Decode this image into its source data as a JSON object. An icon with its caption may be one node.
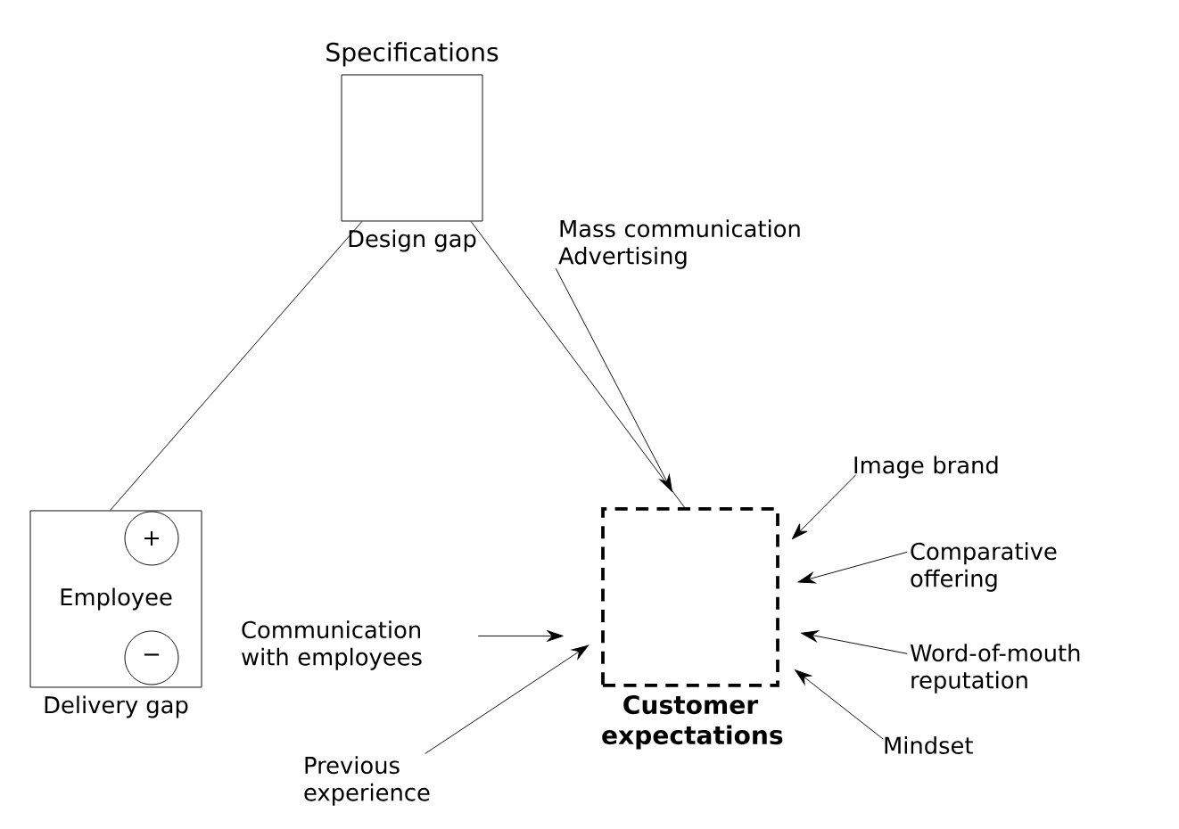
{
  "diagram": {
    "nodes": [
      {
        "text": [
          "Specifications",
          "Design gap"
        ]
      },
      {
        "text": [
          "Employee",
          "Delivery gap"
        ]
      },
      {
        "text": [
          "+"
        ],
        "in": 1
      },
      {
        "text": [
          "−"
        ],
        "in": 1
      },
      {
        "text": [
          "Customer expectations"
        ]
      },
      {
        "text": [
          "Mass communication Advertising"
        ]
      },
      {
        "text": [
          "Communication with employees"
        ]
      },
      {
        "text": [
          "Previous experience"
        ]
      },
      {
        "text": [
          "Image brand"
        ]
      },
      {
        "text": [
          "Comparative offering"
        ]
      },
      {
        "text": [
          "Word-of-mouth reputation"
        ]
      },
      {
        "text": [
          "Mindset"
        ]
      }
    ],
    "edges": [
      {
        "from": 0,
        "to": 1,
        "arrow": "none"
      },
      {
        "from": 0,
        "to": 4,
        "arrow": "none"
      },
      {
        "from": 5,
        "to": 4,
        "arrow": "to"
      },
      {
        "from": 6,
        "to": 4,
        "arrow": "to"
      },
      {
        "from": 7,
        "to": 4,
        "arrow": "to"
      },
      {
        "from": 8,
        "to": 4,
        "arrow": "to"
      },
      {
        "from": 9,
        "to": 4,
        "arrow": "to"
      },
      {
        "from": 10,
        "to": 4,
        "arrow": "to"
      },
      {
        "from": 11,
        "to": 4,
        "arrow": "to"
      }
    ]
  }
}
